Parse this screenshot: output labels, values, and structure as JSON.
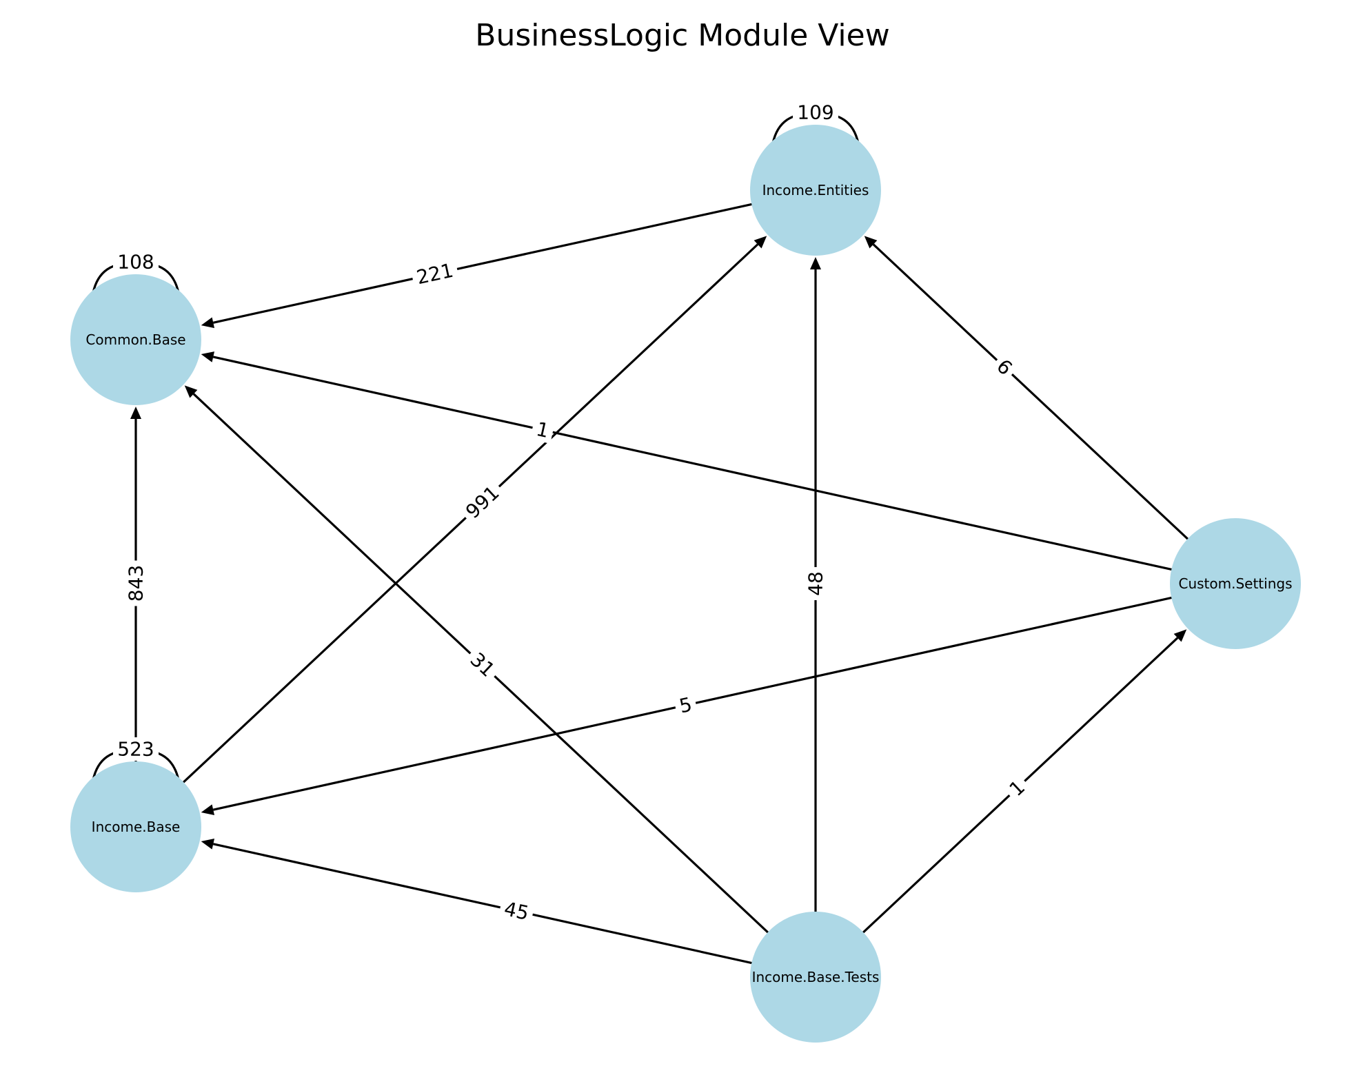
{
  "title": "BusinessLogic Module View",
  "colors": {
    "node_fill": "#add8e6",
    "edge": "#000000",
    "background": "#ffffff"
  },
  "nodes": [
    {
      "id": "common_base",
      "label": "Common.Base"
    },
    {
      "id": "income_entities",
      "label": "Income.Entities"
    },
    {
      "id": "custom_settings",
      "label": "Custom.Settings"
    },
    {
      "id": "income_base",
      "label": "Income.Base"
    },
    {
      "id": "income_base_tests",
      "label": "Income.Base.Tests"
    }
  ],
  "edges": [
    {
      "from": "income_entities",
      "to": "common_base",
      "weight": "221"
    },
    {
      "from": "custom_settings",
      "to": "income_entities",
      "weight": "6"
    },
    {
      "from": "custom_settings",
      "to": "common_base",
      "weight": "1"
    },
    {
      "from": "income_base",
      "to": "income_entities",
      "weight": "991"
    },
    {
      "from": "income_base",
      "to": "common_base",
      "weight": "843"
    },
    {
      "from": "income_base_tests",
      "to": "income_entities",
      "weight": "48"
    },
    {
      "from": "income_base_tests",
      "to": "common_base",
      "weight": "31"
    },
    {
      "from": "custom_settings",
      "to": "income_base",
      "weight": "5"
    },
    {
      "from": "income_base_tests",
      "to": "custom_settings",
      "weight": "1"
    },
    {
      "from": "income_base_tests",
      "to": "income_base",
      "weight": "45"
    }
  ],
  "self_loops": [
    {
      "node": "income_entities",
      "weight": "109"
    },
    {
      "node": "common_base",
      "weight": "108"
    },
    {
      "node": "income_base",
      "weight": "523"
    }
  ]
}
